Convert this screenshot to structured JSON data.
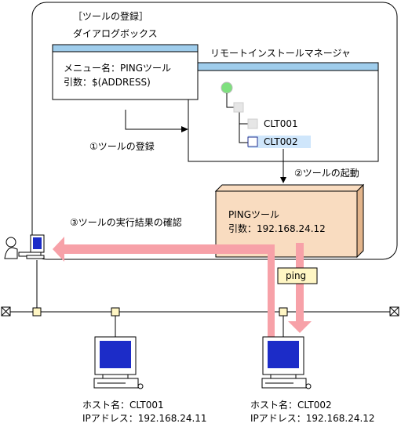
{
  "tool_dialog": {
    "title_line1": "［ツールの登録］",
    "title_line2": "ダイアログボックス",
    "menu_name": "メニュー名：PINGツール",
    "argument": "引数：$(ADDRESS)"
  },
  "remote_install_manager": {
    "title": "リモートインストールマネージャ",
    "tree_items": [
      "CLT001",
      "CLT002"
    ]
  },
  "steps": {
    "step1": "①ツールの登録",
    "step2": "②ツールの起動",
    "step3": "③ツールの実行結果の確認"
  },
  "ping_tool_box": {
    "name": "PINGツール",
    "argument": "引数：192.168.24.12"
  },
  "ping_label": "ping",
  "hosts": [
    {
      "host_name": "ホスト名：CLT001",
      "ip_address": "IPアドレス：192.168.24.11"
    },
    {
      "host_name": "ホスト名：CLT002",
      "ip_address": "IPアドレス：192.168.24.12"
    }
  ],
  "colors": {
    "titlebar_blue": "#9fcdec",
    "arrow_pink": "#f7a1a8",
    "ping_box_face": "#f9dcc0",
    "ping_box_side": "#e3b58c",
    "node_green": "#7ee07e",
    "selected_highlight": "#cfe6fb",
    "network_node": "#fff6c4"
  },
  "icons": [
    "user-pc-icon",
    "computer-icon",
    "tree-node-icon",
    "network-terminator-icon"
  ]
}
